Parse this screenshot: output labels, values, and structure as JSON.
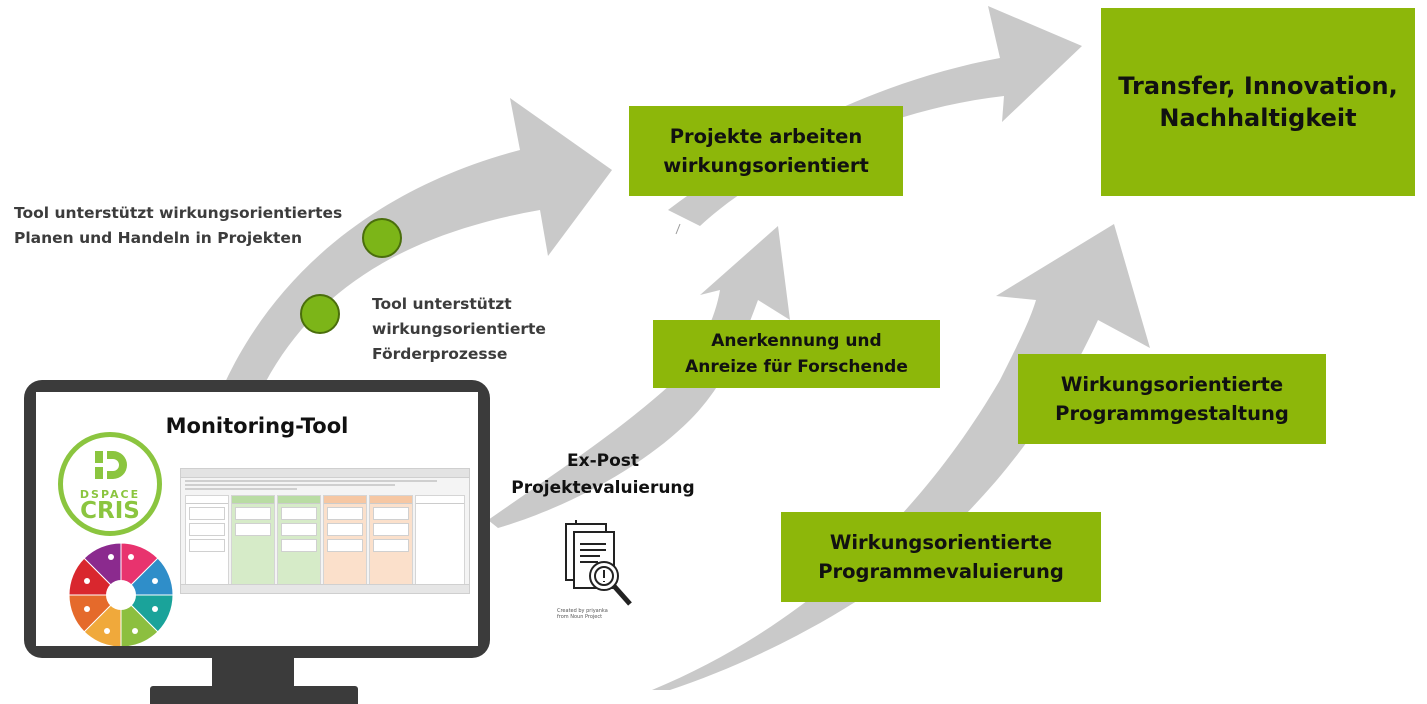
{
  "boxes": {
    "transfer": "Transfer, Innovation,\nNachhaltigkeit",
    "projekte": "Projekte arbeiten\nwirkungsorientiert",
    "anerkennung": "Anerkennung und\nAnreize für Forschende",
    "gestaltung": "Wirkungsorientierte\nProgrammgestaltung",
    "evaluierung": "Wirkungsorientierte\nProgrammevaluierung"
  },
  "labels": {
    "tool_planen": "Tool unterstützt wirkungsorientiertes\nPlanen und Handeln in Projekten",
    "tool_foerder": "Tool unterstützt\nwirkungsorientierte\nFörderprozesse",
    "expost": "Ex-Post\nProjektevaluierung",
    "icon_credit": "Created by priyanka\nfrom Noun Project"
  },
  "monitor": {
    "title": "Monitoring-Tool",
    "dspace_word": "DSPACE",
    "dspace_cris": "CRIS"
  },
  "colors": {
    "green_box": "#8db70a",
    "arrow_gray": "#c8c8c8",
    "dot_green": "#7cb518",
    "monitor_frame": "#3b3b3b"
  },
  "icons": [
    "document-magnifier-icon",
    "dspace-cris-logo",
    "impact-wheel-icon"
  ]
}
